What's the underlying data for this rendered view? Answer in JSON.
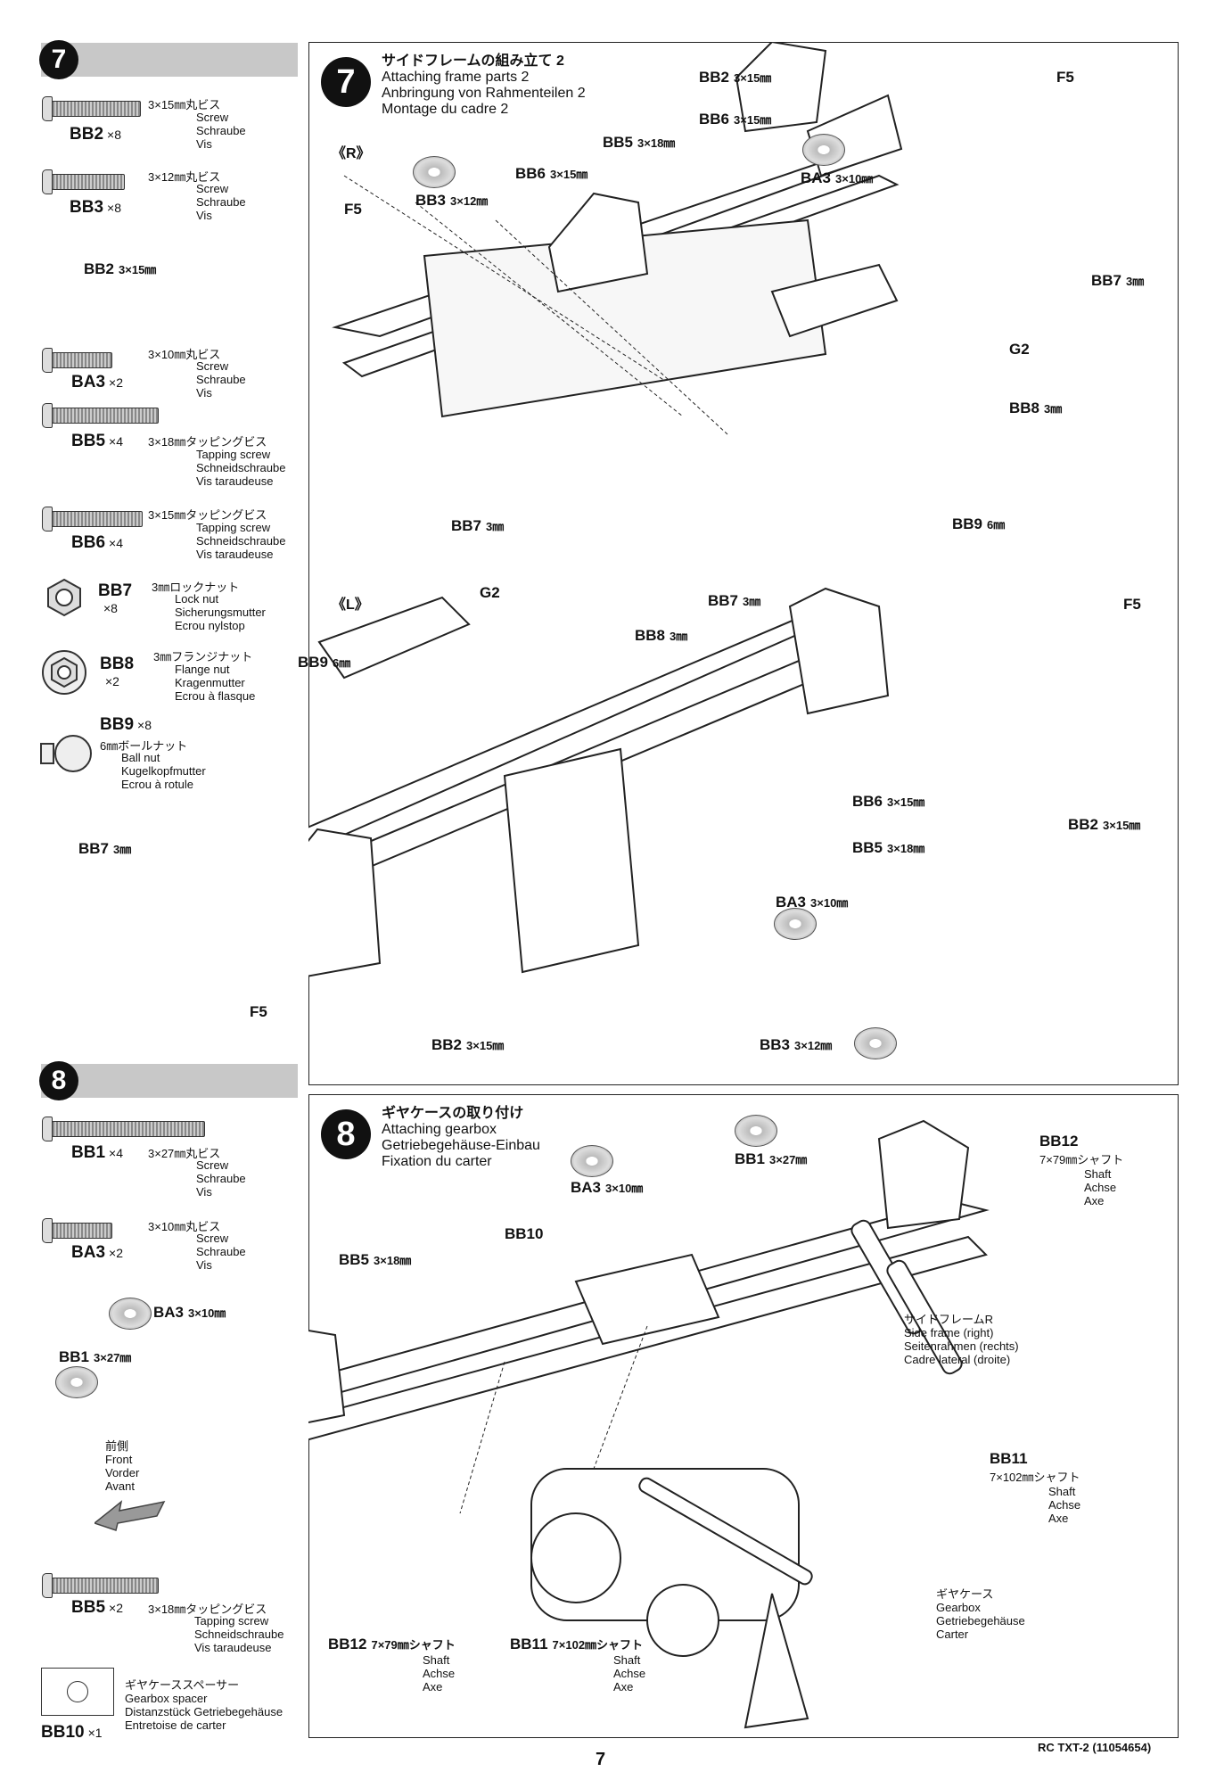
{
  "step7": {
    "number": "7",
    "title_jp": "サイドフレームの組み立て 2",
    "title_en": "Attaching frame parts 2",
    "title_de": "Anbringung von Rahmenteilen 2",
    "title_fr": "Montage du cadre 2",
    "view_r": "《R》",
    "view_l": "《L》",
    "legend": [
      {
        "code": "BB2",
        "qty": "×8",
        "size": "3×15㎜丸ビス",
        "d1": "Screw",
        "d2": "Schraube",
        "d3": "Vis"
      },
      {
        "code": "BB3",
        "qty": "×8",
        "size": "3×12㎜丸ビス",
        "d1": "Screw",
        "d2": "Schraube",
        "d3": "Vis"
      },
      {
        "code": "BA3",
        "qty": "×2",
        "size": "3×10㎜丸ビス",
        "d1": "Screw",
        "d2": "Schraube",
        "d3": "Vis"
      },
      {
        "code": "BB5",
        "qty": "×4",
        "size": "3×18㎜タッピングビス",
        "d1": "Tapping screw",
        "d2": "Schneidschraube",
        "d3": "Vis taraudeuse"
      },
      {
        "code": "BB6",
        "qty": "×4",
        "size": "3×15㎜タッピングビス",
        "d1": "Tapping screw",
        "d2": "Schneidschraube",
        "d3": "Vis taraudeuse"
      },
      {
        "code": "BB7",
        "qty": "×8",
        "size": "3㎜ロックナット",
        "d1": "Lock nut",
        "d2": "Sicherungsmutter",
        "d3": "Ecrou nylstop"
      },
      {
        "code": "BB8",
        "qty": "×2",
        "size": "3㎜フランジナット",
        "d1": "Flange nut",
        "d2": "Kragenmutter",
        "d3": "Ecrou à flasque"
      },
      {
        "code": "BB9",
        "qty": "×8",
        "size": "6㎜ボールナット",
        "d1": "Ball nut",
        "d2": "Kugelkopfmutter",
        "d3": "Ecrou à rotule"
      }
    ],
    "labels": {
      "bb2_top": "BB2",
      "bb2_top_s": "3×15㎜",
      "f5_top": "F5",
      "bb6_top": "BB6",
      "bb6_top_s": "3×15㎜",
      "bb5_top": "BB5",
      "bb5_top_s": "3×18㎜",
      "ba3_top": "BA3",
      "ba3_top_s": "3×10㎜",
      "bb6_mid": "BB6",
      "bb6_mid_s": "3×15㎜",
      "bb3_top": "BB3",
      "bb3_top_s": "3×12㎜",
      "f5_left": "F5",
      "bb2_left": "BB2",
      "bb2_left_s": "3×15㎜",
      "bb7_right": "BB7",
      "bb7_right_s": "3㎜",
      "g2_right": "G2",
      "bb8_right": "BB8",
      "bb8_right_s": "3㎜",
      "bb7_mid": "BB7",
      "bb7_mid_s": "3㎜",
      "bb9_right": "BB9",
      "bb9_right_s": "6㎜",
      "g2_l": "G2",
      "bb7_l_top": "BB7",
      "bb7_l_top_s": "3㎜",
      "f5_l_right": "F5",
      "bb8_l": "BB8",
      "bb8_l_s": "3㎜",
      "bb9_l": "BB9",
      "bb9_l_s": "6㎜",
      "bb6_l": "BB6",
      "bb6_l_s": "3×15㎜",
      "bb2_l_right": "BB2",
      "bb2_l_right_s": "3×15㎜",
      "bb5_l": "BB5",
      "bb5_l_s": "3×18㎜",
      "bb7_l_left": "BB7",
      "bb7_l_left_s": "3㎜",
      "ba3_l": "BA3",
      "ba3_l_s": "3×10㎜",
      "f5_l_bottom": "F5",
      "bb2_l_bottom": "BB2",
      "bb2_l_bottom_s": "3×15㎜",
      "bb3_l_bottom": "BB3",
      "bb3_l_bottom_s": "3×12㎜"
    }
  },
  "step8": {
    "number": "8",
    "title_jp": "ギヤケースの取り付け",
    "title_en": "Attaching gearbox",
    "title_de": "Getriebegehäuse-Einbau",
    "title_fr": "Fixation du carter",
    "legend": [
      {
        "code": "BB1",
        "qty": "×4",
        "size": "3×27㎜丸ビス",
        "d1": "Screw",
        "d2": "Schraube",
        "d3": "Vis"
      },
      {
        "code": "BA3",
        "qty": "×2",
        "size": "3×10㎜丸ビス",
        "d1": "Screw",
        "d2": "Schraube",
        "d3": "Vis"
      },
      {
        "code": "BB5",
        "qty": "×2",
        "size": "3×18㎜タッピングビス",
        "d1": "Tapping screw",
        "d2": "Schneidschraube",
        "d3": "Vis taraudeuse"
      },
      {
        "code": "BB10",
        "qty": "×1",
        "size": "ギヤケーススペーサー",
        "d1": "Gearbox spacer",
        "d2": "Distanzstück Getriebegehäuse",
        "d3": "Entretoise de carter"
      }
    ],
    "labels": {
      "ba3_side": "BA3",
      "ba3_side_s": "3×10㎜",
      "bb1_side": "BB1",
      "bb1_side_s": "3×27㎜",
      "front_jp": "前側",
      "front_en": "Front",
      "front_de": "Vorder",
      "front_fr": "Avant",
      "ba3_top": "BA3",
      "ba3_top_s": "3×10㎜",
      "bb1_top": "BB1",
      "bb1_top_s": "3×27㎜",
      "bb12_top": "BB12",
      "bb12_top_s": "7×79㎜シャフト",
      "bb12_top_d1": "Shaft",
      "bb12_top_d2": "Achse",
      "bb12_top_d3": "Axe",
      "bb5": "BB5",
      "bb5_s": "3×18㎜",
      "bb10": "BB10",
      "side_jp": "サイドフレームR",
      "side_en": "Side frame (right)",
      "side_de": "Seitenrahmen (rechts)",
      "side_fr": "Cadre lateral (droite)",
      "bb11_right": "BB11",
      "bb11_right_s": "7×102㎜シャフト",
      "bb11_right_d1": "Shaft",
      "bb11_right_d2": "Achse",
      "bb11_right_d3": "Axe",
      "gear_jp": "ギヤケース",
      "gear_en": "Gearbox",
      "gear_de": "Getriebegehäuse",
      "gear_fr": "Carter",
      "bb12_bottom": "BB12",
      "bb12_bottom_s": "7×79㎜シャフト",
      "bb12_bottom_d1": "Shaft",
      "bb12_bottom_d2": "Achse",
      "bb12_bottom_d3": "Axe",
      "bb11_bottom": "BB11",
      "bb11_bottom_s": "7×102㎜シャフト",
      "bb11_bottom_d1": "Shaft",
      "bb11_bottom_d2": "Achse",
      "bb11_bottom_d3": "Axe"
    }
  },
  "footer": {
    "page_number": "7",
    "model": "RC TXT-2 (11054654)"
  }
}
